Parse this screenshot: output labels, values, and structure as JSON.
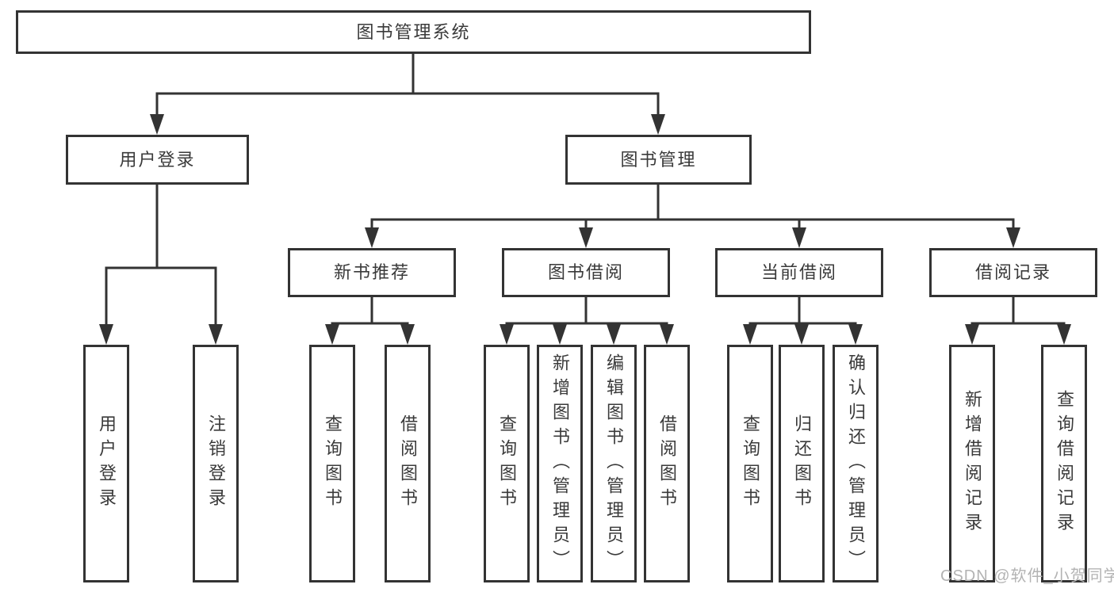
{
  "tree": {
    "label": "图书管理系统",
    "children": [
      {
        "label": "用户登录",
        "children": [
          {
            "label": "用户登录"
          },
          {
            "label": "注销登录"
          }
        ]
      },
      {
        "label": "图书管理",
        "children": [
          {
            "label": "新书推荐",
            "children": [
              {
                "label": "查询图书"
              },
              {
                "label": "借阅图书"
              }
            ]
          },
          {
            "label": "图书借阅",
            "children": [
              {
                "label": "查询图书"
              },
              {
                "label": "新增图书（管理员）"
              },
              {
                "label": "编辑图书（管理员）"
              },
              {
                "label": "借阅图书"
              }
            ]
          },
          {
            "label": "当前借阅",
            "children": [
              {
                "label": "查询图书"
              },
              {
                "label": "归还图书"
              },
              {
                "label": "确认归还（管理员）"
              }
            ]
          },
          {
            "label": "借阅记录",
            "children": [
              {
                "label": "新增借阅记录"
              },
              {
                "label": "查询借阅记录"
              }
            ]
          }
        ]
      }
    ]
  },
  "watermark": {
    "text": "CSDN @软件_小贺同学"
  },
  "colors": {
    "line": "#333333",
    "box_border": "#333333",
    "text": "#3a3a3a",
    "watermark": "#b3b3b3",
    "background": "#ffffff"
  }
}
